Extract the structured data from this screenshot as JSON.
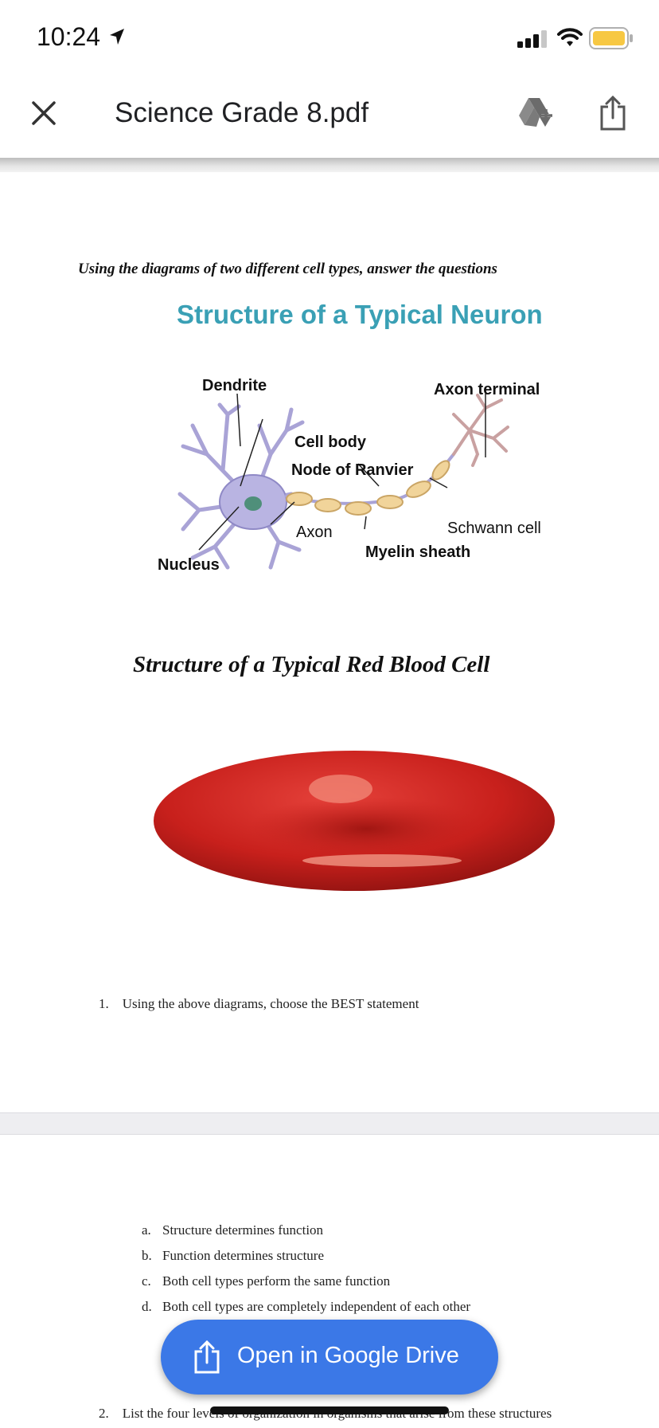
{
  "status_bar": {
    "time": "10:24"
  },
  "header": {
    "title": "Science Grade 8.pdf"
  },
  "document": {
    "instruction": "Using the diagrams of two different cell types, answer the questions",
    "neuron": {
      "title": "Structure of a Typical Neuron",
      "labels": {
        "dendrite": "Dendrite",
        "axon_terminal": "Axon terminal",
        "cell_body": "Cell body",
        "node_of_ranvier": "Node of Ranvier",
        "axon": "Axon",
        "schwann_cell": "Schwann cell",
        "myelin_sheath": "Myelin sheath",
        "nucleus": "Nucleus"
      }
    },
    "rbc": {
      "title": "Structure of a Typical Red Blood Cell"
    },
    "question1": {
      "number": "1.",
      "text": "Using the above diagrams, choose the BEST statement"
    },
    "options": [
      {
        "key": "a.",
        "text": "Structure determines function"
      },
      {
        "key": "b.",
        "text": "Function determines structure"
      },
      {
        "key": "c.",
        "text": "Both cell types perform the same function"
      },
      {
        "key": "d.",
        "text": "Both cell types are completely independent of each other"
      }
    ],
    "question2": {
      "number": "2.",
      "text": "List the four levels of organization in organisms that arise from these structures"
    }
  },
  "fab": {
    "label": "Open in Google Drive"
  },
  "colors": {
    "accent_blue": "#3b78e7",
    "neuron_title": "#3aa0b5",
    "rbc_red": "#c8201c"
  }
}
